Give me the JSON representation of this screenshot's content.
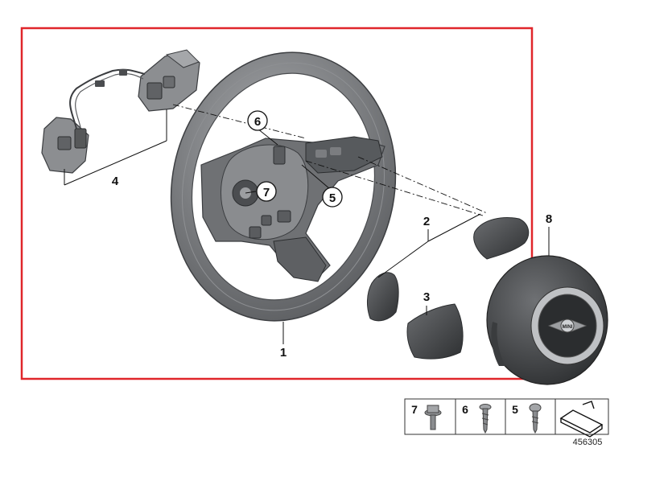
{
  "diagram": {
    "callouts": [
      {
        "id": "c1",
        "label": "1"
      },
      {
        "id": "c2",
        "label": "2"
      },
      {
        "id": "c3",
        "label": "3"
      },
      {
        "id": "c4",
        "label": "4"
      },
      {
        "id": "c5",
        "label": "5"
      },
      {
        "id": "c6",
        "label": "6"
      },
      {
        "id": "c7",
        "label": "7"
      },
      {
        "id": "c8",
        "label": "8"
      }
    ],
    "legend": [
      {
        "label": "7"
      },
      {
        "label": "6"
      },
      {
        "label": "5"
      }
    ],
    "reference_number": "456305",
    "colors": {
      "frame": "#e0262b",
      "part": "#7d7f82",
      "part_dark": "#4a4c4f",
      "line": "#111111"
    }
  }
}
